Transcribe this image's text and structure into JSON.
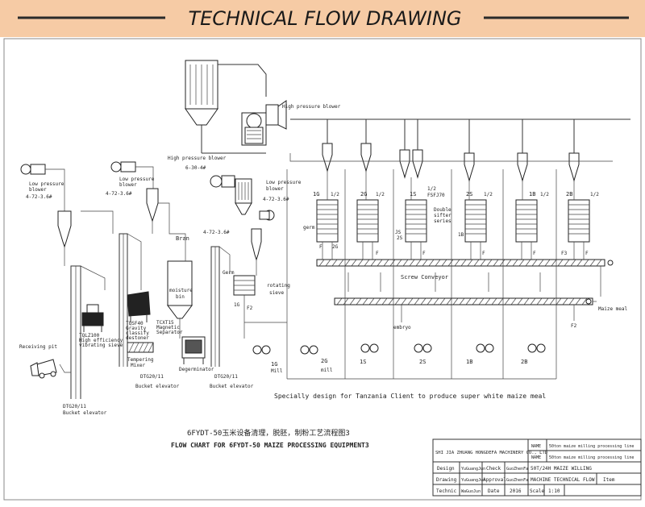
{
  "header": {
    "title": "TECHNICAL FLOW DRAWING",
    "bg_color": "#f6cba5",
    "line_color": "#2b2b2b"
  },
  "equipment": {
    "high_pressure_blower_top": "High pressure blower",
    "high_pressure_blower_mid": "High pressure blower",
    "blower_model_mid": "6-30-4#",
    "low_pressure_blower_1": "Low pressure",
    "low_pressure_blower_1b": "blower",
    "low_pressure_blower_1_model": "4-72-3.6#",
    "low_pressure_blower_2": "Low pressure",
    "low_pressure_blower_2b": "blower",
    "low_pressure_blower_2_model": "4-72-3.6#",
    "low_pressure_blower_3": "Low pressure",
    "low_pressure_blower_3b": "blower",
    "low_pressure_blower_3_model": "4-72-3.6#",
    "blower_model_4": "4-72-3.6#",
    "receiving_pit": "Receiving pit",
    "vibrating_sieve": "TQLZ100",
    "vibrating_sieve_2": "High efficiency",
    "vibrating_sieve_3": "vibrating sieve",
    "gravity_destoner": "TQSF40",
    "gravity_destoner_2": "Gravity",
    "gravity_destoner_3": "classify",
    "gravity_destoner_4": "destoner",
    "tempering_mixer": "Tempering",
    "tempering_mixer_2": "Mixer",
    "magnetic_separator": "TCXT15",
    "magnetic_separator_2": "Magnetic",
    "magnetic_separator_3": "Separator",
    "moisture_bin": "moisture",
    "moisture_bin_2": "bin",
    "degerminator": "Degerminator",
    "bran": "Bran",
    "germ_1": "Germ",
    "germ_2": "germ",
    "rotating_sieve": "rotating",
    "rotating_sieve_2": "sieve",
    "bucket_elevator_1_model": "DTG20/11",
    "bucket_elevator_1": "Bucket elevator",
    "bucket_elevator_2_model": "DTG20/11",
    "bucket_elevator_2": "Bucket elevator",
    "bucket_elevator_3_model": "DTG20/11",
    "bucket_elevator_3": "Bucket elevator",
    "screw_conveyor": "Screw Conveyor",
    "maize_meal": "Maize meal",
    "embryo": "embryo",
    "double_sifter": "Double",
    "double_sifter_2": "sifter",
    "double_sifter_3": "series",
    "fsfj": "FSFJ70"
  },
  "sifter_labels": [
    "1G",
    "2G",
    "1S",
    "2S",
    "1B",
    "2B"
  ],
  "half": "1/2",
  "stream_labels": {
    "F": "F",
    "F3": "F3",
    "F2": "F2",
    "G1": "1G",
    "G2": "2G",
    "B1": "1B",
    "S2": "2S",
    "JS": "JS"
  },
  "mill_labels": [
    "1G",
    "2G",
    "1S",
    "2S",
    "1B",
    "2B"
  ],
  "mill_sub": [
    "Mill",
    "mill"
  ],
  "notes": {
    "special": "Specially design for Tanzania Client to produce super white maize meal",
    "chart_cn": "6FYDT-50玉米设备清理，脱胚，制粉工艺流程图3",
    "chart_en": "FLOW CHART FOR 6FYDT-50 MAIZE PROCESSING EQUIPMENT3"
  },
  "title_block": {
    "company": "SHI JIA ZHUANG HONGDEFA MACHINERY CO., LTD",
    "name_label_1": "NAME",
    "name_value_1": "50ton maize milling processing line",
    "name_label_2": "NAME",
    "name_value_2": "50ton maize milling processing line",
    "design_label": "Design",
    "design_value": "YuGuangJun",
    "check_label": "Check",
    "check_value": "GuoZhenFa",
    "drawing_label": "Drawing",
    "drawing_value": "YuGuangJun",
    "approval_label": "Approval",
    "approval_value": "GuoZhenFa",
    "technic_label": "Technic",
    "technic_value": "WaGuoJun",
    "date_label": "Date",
    "date_value": "2016",
    "scale_label": "Scale",
    "scale_value": "1:10",
    "item_line_1": "50T/24H MAIZE WILLING",
    "item_line_2": "MACHINE TECHNICAL FLOW",
    "item_label": "Item"
  }
}
